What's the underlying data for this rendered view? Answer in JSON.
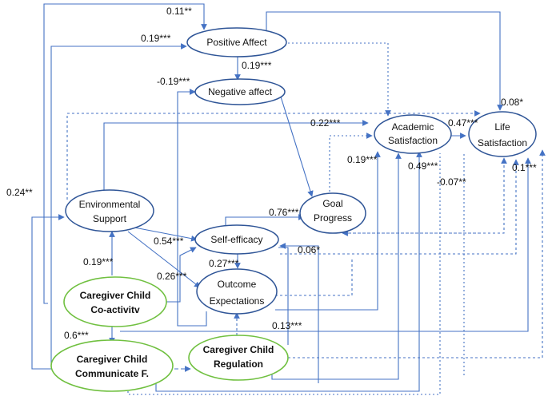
{
  "nodes": {
    "positive_affect": [
      "Positive Affect"
    ],
    "negative_affect": [
      "Negative affect"
    ],
    "academic_satisfaction": [
      "Academic",
      "Satisfaction"
    ],
    "life_satisfaction": [
      "Life",
      "Satisfaction"
    ],
    "environmental_support": [
      "Environmental",
      "Support"
    ],
    "goal_progress": [
      "Goal",
      "Progress"
    ],
    "self_efficacy": [
      "Self-efficacy"
    ],
    "outcome_expectations": [
      "Outcome",
      "Expectations"
    ],
    "caregiver_coactivity": [
      "Caregiver Child",
      "Co-activitv"
    ],
    "caregiver_communicate": [
      "Caregiver Child",
      "Communicate F."
    ],
    "caregiver_regulation": [
      "Caregiver Child",
      "Regulation"
    ]
  },
  "coefficients": {
    "c1": "0.11**",
    "c2": "0.19***",
    "c3": "0.19***",
    "c4": "-0.19***",
    "c5": "0.08*",
    "c6": "0.22***",
    "c7": "0.47***",
    "c8": "0.19***",
    "c9": "0.49***",
    "c10": "-0.07**",
    "c11": "0.1***",
    "c12": "0.24**",
    "c13": "0.76***",
    "c14": "0.54***",
    "c15": "0.06*",
    "c16": "0.27***",
    "c17": "0.19***",
    "c18": "0.26***",
    "c19": "0.6***",
    "c20": "0.13***"
  },
  "colors": {
    "blue_ellipse": "#2f5597",
    "green_ellipse": "#70c040",
    "arrow": "#4472c4"
  }
}
